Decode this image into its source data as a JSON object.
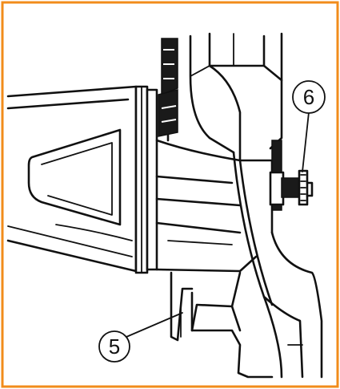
{
  "frame": {
    "border_color": "#f28c1b"
  },
  "callouts": [
    {
      "id": "callout-5",
      "label": "5"
    },
    {
      "id": "callout-6",
      "label": "6"
    }
  ]
}
